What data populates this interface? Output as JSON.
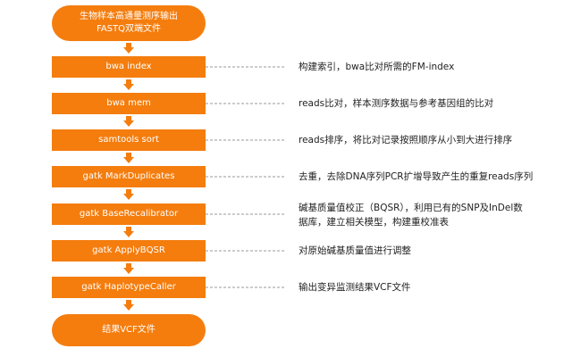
{
  "colors": {
    "node": "#f47d0e",
    "connector": "#9a9a9a",
    "text": "#222222"
  },
  "flow": {
    "start": "生物样本高通量测序输出\nFASTQ双端文件",
    "steps": [
      {
        "label": "bwa index",
        "description": "构建索引，bwa比对所需的FM-index"
      },
      {
        "label": "bwa mem",
        "description": "reads比对，样本测序数据与参考基因组的比对"
      },
      {
        "label": "samtools sort",
        "description": "reads排序，将比对记录按照顺序从小到大进行排序"
      },
      {
        "label": "gatk MarkDuplicates",
        "description": "去重，去除DNA序列PCR扩增导致产生的重复reads序列"
      },
      {
        "label": "gatk BaseRecalibrator",
        "description": "碱基质量值校正（BQSR），利用已有的SNP及InDel数\n据库，建立相关模型，构建重校准表"
      },
      {
        "label": "gatk ApplyBQSR",
        "description": "对原始碱基质量值进行调整"
      },
      {
        "label": "gatk HaplotypeCaller",
        "description": "输出变异监测结果VCF文件"
      }
    ],
    "end": "结果VCF文件"
  }
}
